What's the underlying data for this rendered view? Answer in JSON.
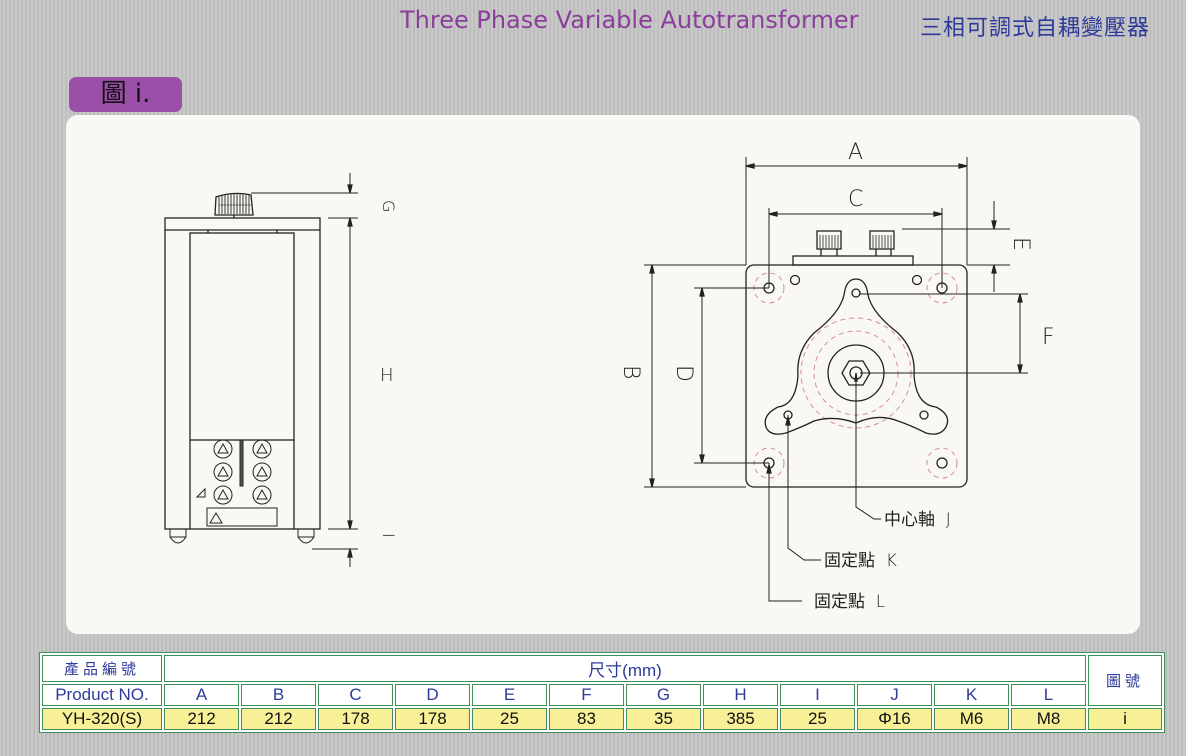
{
  "header": {
    "title_en": "Three Phase Variable Autotransformer",
    "title_zh": "三相可調式自耦變壓器"
  },
  "figure": {
    "tab_label": "圖 i.",
    "side_view": {
      "dimension_labels": [
        "G",
        "H",
        "I"
      ]
    },
    "top_view": {
      "dimension_labels": [
        "A",
        "B",
        "C",
        "D",
        "E",
        "F"
      ],
      "callouts": [
        {
          "label": "中心軸",
          "letter": "J"
        },
        {
          "label": "固定點",
          "letter": "K"
        },
        {
          "label": "固定點",
          "letter": "L"
        }
      ]
    }
  },
  "table": {
    "product_header_zh": "產品編號",
    "product_header_en": "Product NO.",
    "dimension_header": "尺寸(mm)",
    "figure_header": "圖號",
    "columns": [
      "A",
      "B",
      "C",
      "D",
      "E",
      "F",
      "G",
      "H",
      "I",
      "J",
      "K",
      "L"
    ],
    "rows": [
      {
        "product": "YH-320(S)",
        "values": [
          "212",
          "212",
          "178",
          "178",
          "25",
          "83",
          "35",
          "385",
          "25",
          "Φ16",
          "M6",
          "M8"
        ],
        "figure": "i"
      }
    ]
  }
}
